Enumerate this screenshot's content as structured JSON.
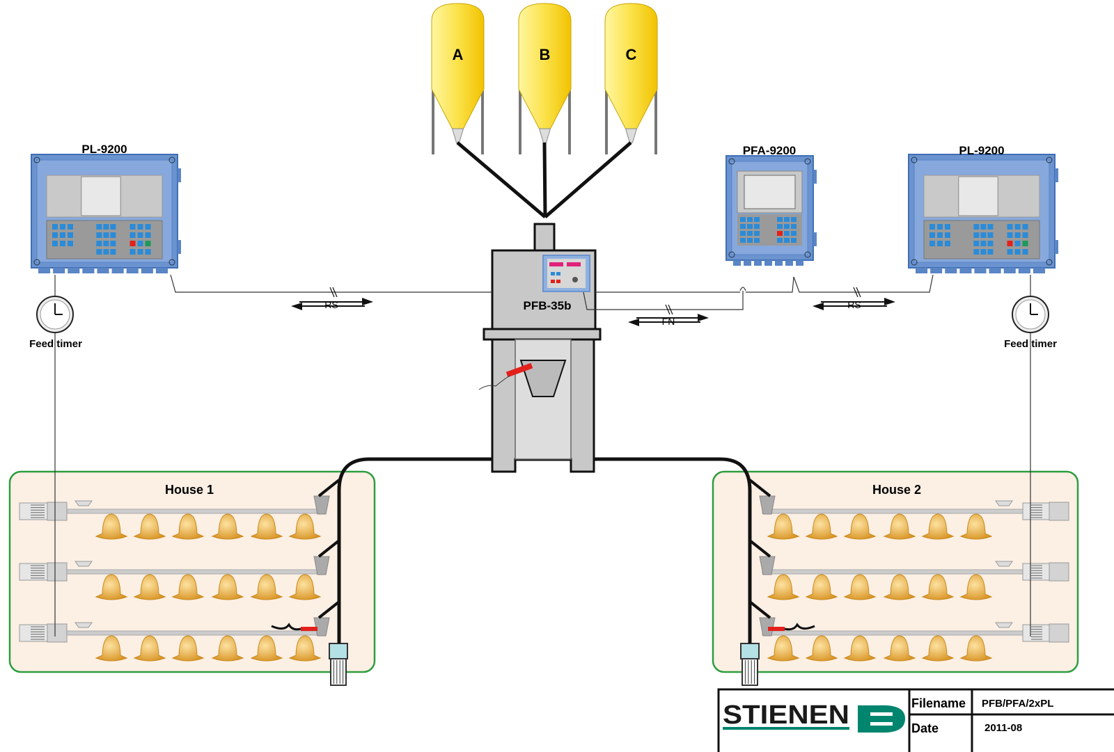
{
  "silos": [
    {
      "label": "A"
    },
    {
      "label": "B"
    },
    {
      "label": "C"
    }
  ],
  "controllers": {
    "pl_left": {
      "title": "PL-9200"
    },
    "pfa": {
      "title": "PFA-9200"
    },
    "pl_right": {
      "title": "PL-9200"
    }
  },
  "weigher": {
    "title": "PFB-35b"
  },
  "links": {
    "rs_left": "RS",
    "fn": "FN",
    "rs_right": "RS"
  },
  "timers": {
    "left": "Feed timer",
    "right": "Feed timer"
  },
  "houses": [
    {
      "title": "House 1"
    },
    {
      "title": "House 2"
    }
  ],
  "title_block": {
    "logo_text": "STIENEN",
    "filename_label": "Filename",
    "filename_value": "PFB/PFA/2xPL",
    "date_label": "Date",
    "date_value": "2011-08"
  },
  "colors": {
    "silo": "#f7d21a",
    "controller": "#6b93cf",
    "house_fill": "#fcefe4",
    "house_border": "#2e9e3f",
    "feeder": "#e0a230",
    "logo_green": "#00856f",
    "sensor": "#e3201b"
  }
}
